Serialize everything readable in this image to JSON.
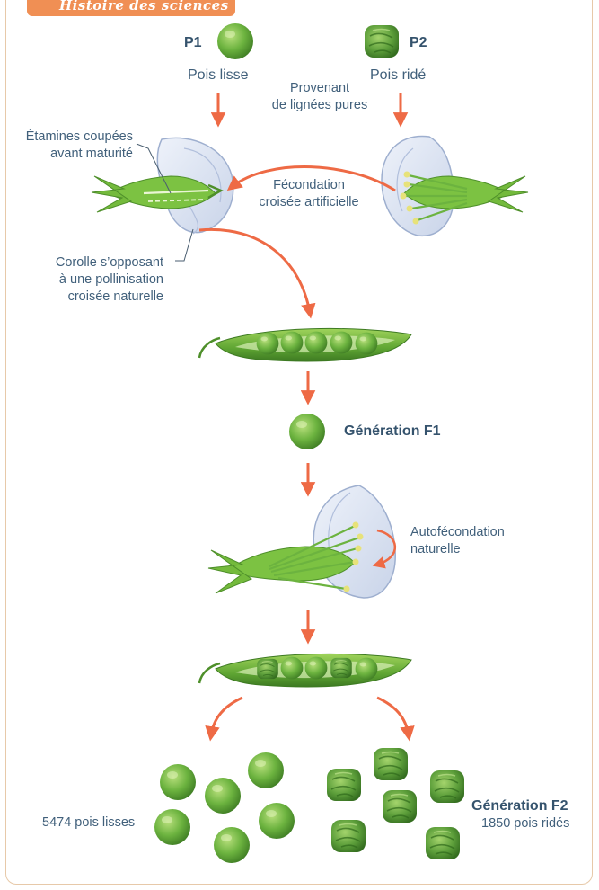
{
  "header": {
    "banner": "Histoire des sciences"
  },
  "parents": {
    "p1_label": "P1",
    "p1_name": "Pois lisse",
    "p2_label": "P2",
    "p2_name": "Pois ridé",
    "origin": [
      "Provenant",
      "de lignées pures"
    ]
  },
  "annotations": {
    "stamens": [
      "Étamines coupées",
      "avant maturité"
    ],
    "cross": [
      "Fécondation",
      "croisée artificielle"
    ],
    "corolla": [
      "Corolle s’opposant",
      "à une pollinisation",
      "croisée naturelle"
    ],
    "self": [
      "Autofécondation",
      "naturelle"
    ]
  },
  "generations": {
    "f1": "Génération F1",
    "f2": "Génération F2",
    "f2_smooth": "5474 pois lisses",
    "f2_wrinkled": "1850 pois ridés"
  },
  "colors": {
    "arrow": "#ee6a45",
    "pea_smooth": "#6cb33f",
    "pea_wrinkled": "#5c9e3a",
    "banner": "#f08f54",
    "text": "#41607b"
  }
}
